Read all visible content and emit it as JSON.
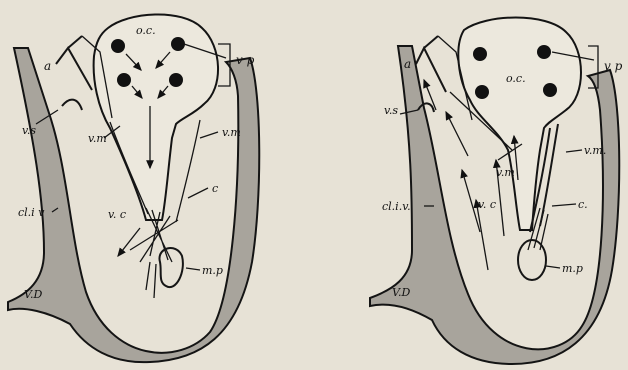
{
  "figures": [
    {
      "id": "left",
      "labels": {
        "oc": "o.c.",
        "vp": "v p",
        "a": "a",
        "vs": "v.s",
        "vm_inner": "v.m",
        "vm_outer": "v.m",
        "c": "c",
        "cliv": "cl.i v",
        "vc": "v. c",
        "mp": "m.p",
        "vd": "V.D"
      }
    },
    {
      "id": "right",
      "labels": {
        "oc": "o.c.",
        "vp": "v p",
        "a": "a",
        "vs": "v.s",
        "vm_inner": "v.m",
        "vm_outer": "v.m.",
        "c": "c.",
        "cliv": "cl.i.v.",
        "vc": "v. c",
        "mp": "m.p",
        "vd": "V.D"
      }
    }
  ],
  "colors": {
    "paper": "#e7e2d6",
    "wall_shade": "#a8a49c",
    "cavity": "#ece8dd",
    "ink": "#141414"
  }
}
